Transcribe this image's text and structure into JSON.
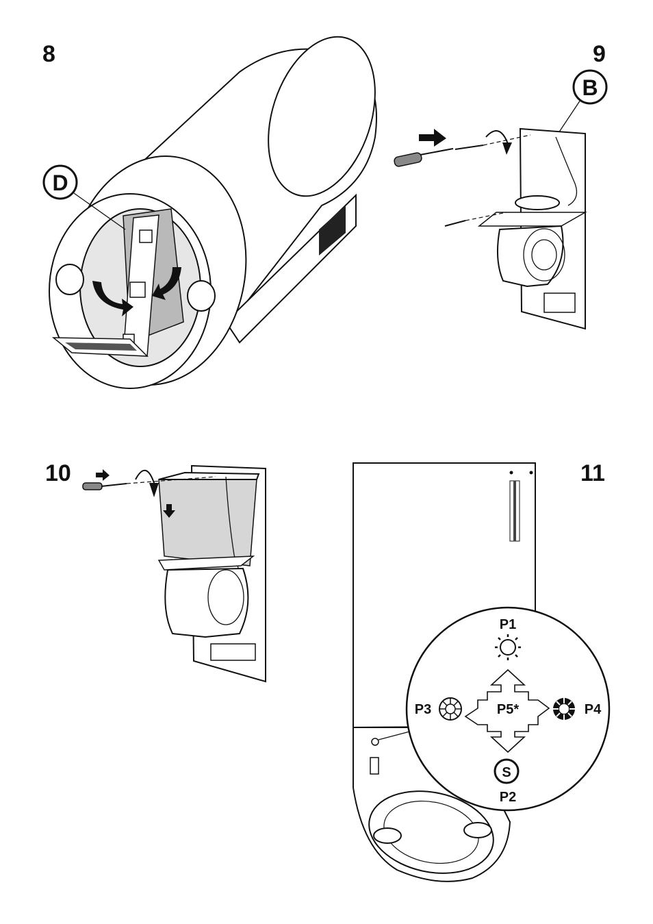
{
  "steps": {
    "s8": {
      "number": "8",
      "callout": "D"
    },
    "s9": {
      "number": "9",
      "callout": "B"
    },
    "s10": {
      "number": "10"
    },
    "s11": {
      "number": "11",
      "buttons": {
        "p1": "P1",
        "p2": "P2",
        "p3": "P3",
        "p4": "P4",
        "p5": "P5*",
        "s_symbol": "S"
      }
    }
  }
}
